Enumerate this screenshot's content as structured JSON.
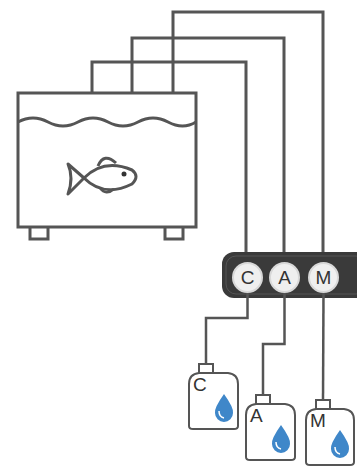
{
  "diagram": {
    "nodes": [
      {
        "text": [
          "C"
        ]
      },
      {
        "text": [
          "A"
        ]
      },
      {
        "text": [
          "M"
        ]
      },
      {
        "text": [
          "C"
        ]
      },
      {
        "text": [
          "A"
        ]
      },
      {
        "text": [
          "M"
        ]
      }
    ],
    "edges": [
      {
        "from": 0,
        "to": 3,
        "arrow": "none"
      },
      {
        "from": 1,
        "to": 4,
        "arrow": "none"
      },
      {
        "from": 2,
        "to": 5,
        "arrow": "none"
      }
    ]
  }
}
